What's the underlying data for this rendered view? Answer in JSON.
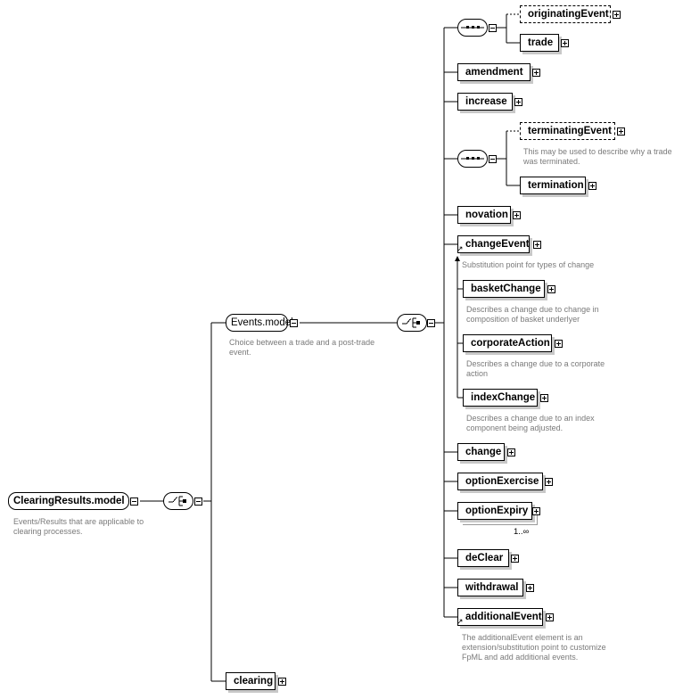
{
  "root": {
    "label": "ClearingResults.model",
    "desc": "Events/Results that are applicable to clearing processes."
  },
  "events_model": {
    "label": "Events.model",
    "desc": "Choice between a trade and a post-trade event."
  },
  "clearing": {
    "label": "clearing"
  },
  "elements": {
    "originatingEvent": "originatingEvent",
    "trade": "trade",
    "amendment": "amendment",
    "increase": "increase",
    "terminatingEvent": "terminatingEvent",
    "terminatingEvent_desc": "This may be used to describe why a trade was terminated.",
    "termination": "termination",
    "novation": "novation",
    "changeEvent": "changeEvent",
    "changeEvent_desc": "Substitution point for types of change",
    "basketChange": "basketChange",
    "basketChange_desc": "Describes a change due to change in composition of basket underlyer",
    "corporateAction": "corporateAction",
    "corporateAction_desc": "Describes a change due to a corporate action",
    "indexChange": "indexChange",
    "indexChange_desc": "Describes a change due to an index component being adjusted.",
    "change": "change",
    "optionExercise": "optionExercise",
    "optionExpiry": "optionExpiry",
    "optionExpiry_card": "1..∞",
    "deClear": "deClear",
    "withdrawal": "withdrawal",
    "additionalEvent": "additionalEvent",
    "additionalEvent_desc": "The additionalEvent element is an extension/substitution point to customize FpML and add additional events."
  }
}
